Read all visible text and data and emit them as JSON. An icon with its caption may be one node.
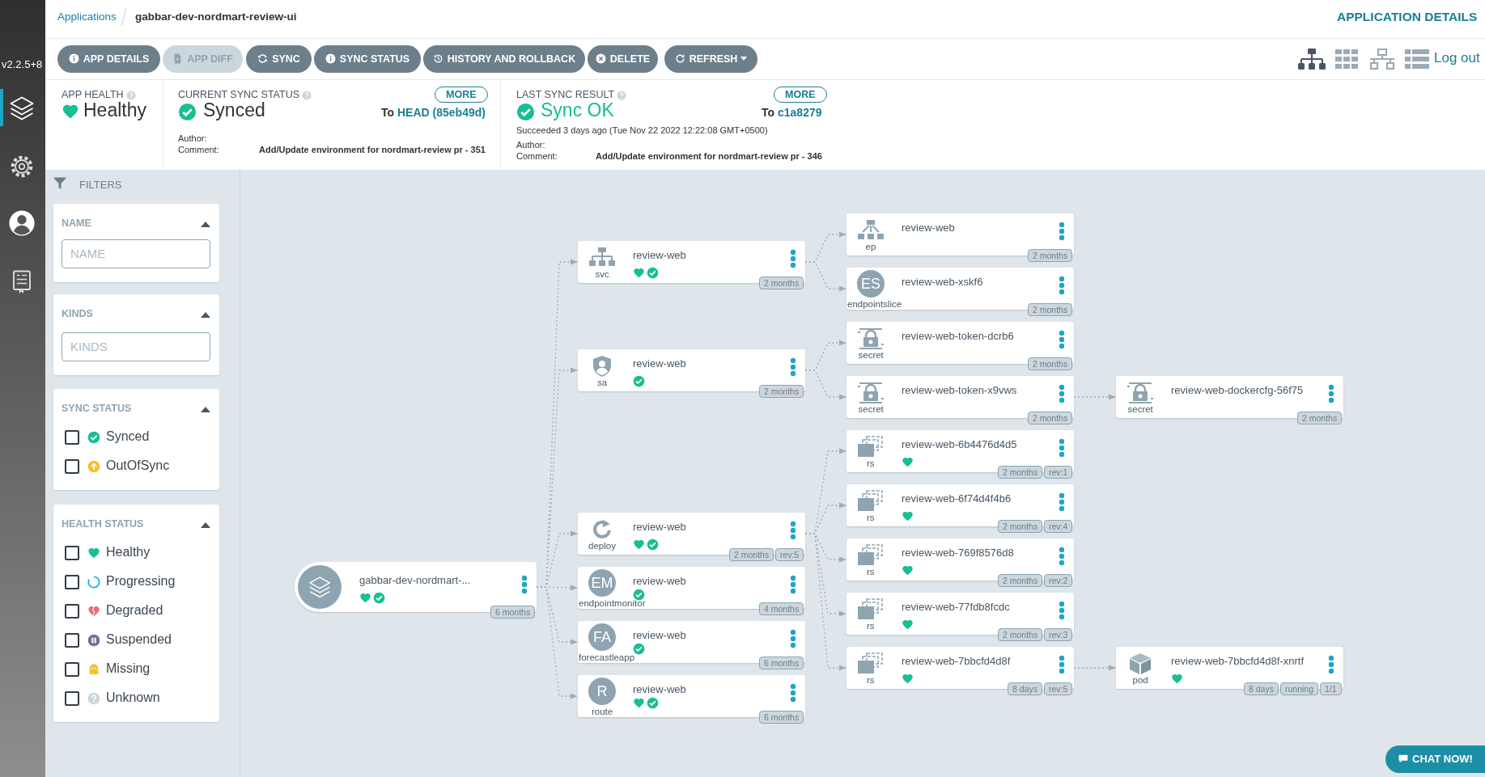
{
  "diagram": {
    "nodes": [
      {
        "text": [
          "gabbar-dev-nordmart-...",
          "6 months"
        ]
      },
      {
        "text": [
          "review-web",
          "svc",
          "2 months"
        ]
      },
      {
        "text": [
          "review-web",
          "sa",
          "2 months"
        ]
      },
      {
        "text": [
          "review-web",
          "deploy",
          "2 months",
          "rev:5"
        ]
      },
      {
        "text": [
          "review-web",
          "EM",
          "endpointmonitor",
          "4 months"
        ]
      },
      {
        "text": [
          "review-web",
          "FA",
          "forecastleapp",
          "6 months"
        ]
      },
      {
        "text": [
          "review-web",
          "R",
          "route",
          "6 months"
        ]
      },
      {
        "text": [
          "review-web",
          "ep",
          "2 months"
        ]
      },
      {
        "text": [
          "review-web-xskf6",
          "ES",
          "endpointslice",
          "2 months"
        ]
      },
      {
        "text": [
          "review-web-token-dcrb6",
          "secret",
          "2 months"
        ]
      },
      {
        "text": [
          "review-web-token-x9vws",
          "secret",
          "2 months"
        ]
      },
      {
        "text": [
          "review-web-6b4476d4d5",
          "rs",
          "2 months",
          "rev:1"
        ]
      },
      {
        "text": [
          "review-web-6f74d4f4b6",
          "rs",
          "2 months",
          "rev:4"
        ]
      },
      {
        "text": [
          "review-web-769f8576d8",
          "rs",
          "2 months",
          "rev:2"
        ]
      },
      {
        "text": [
          "review-web-77fdb8fcdc",
          "rs",
          "2 months",
          "rev:3"
        ]
      },
      {
        "text": [
          "review-web-7bbcfd4d8f",
          "rs",
          "8 days",
          "rev:5"
        ]
      },
      {
        "text": [
          "review-web-dockercfg-56f75",
          "secret",
          "2 months"
        ]
      },
      {
        "text": [
          "review-web-7bbcfd4d8f-xnrtf",
          "pod",
          "8 days",
          "running",
          "1/1"
        ]
      }
    ],
    "edges": [
      {
        "from": 0,
        "to": 1,
        "arrow": "to"
      },
      {
        "from": 0,
        "to": 2,
        "arrow": "to"
      },
      {
        "from": 0,
        "to": 3,
        "arrow": "to"
      },
      {
        "from": 0,
        "to": 4,
        "arrow": "to"
      },
      {
        "from": 0,
        "to": 5,
        "arrow": "to"
      },
      {
        "from": 0,
        "to": 6,
        "arrow": "to"
      },
      {
        "from": 1,
        "to": 7,
        "arrow": "to"
      },
      {
        "from": 1,
        "to": 8,
        "arrow": "to"
      },
      {
        "from": 2,
        "to": 9,
        "arrow": "to"
      },
      {
        "from": 2,
        "to": 10,
        "arrow": "to"
      },
      {
        "from": 3,
        "to": 11,
        "arrow": "to"
      },
      {
        "from": 3,
        "to": 12,
        "arrow": "to"
      },
      {
        "from": 3,
        "to": 13,
        "arrow": "to"
      },
      {
        "from": 3,
        "to": 14,
        "arrow": "to"
      },
      {
        "from": 3,
        "to": 15,
        "arrow": "to"
      },
      {
        "from": 10,
        "to": 16,
        "arrow": "to"
      },
      {
        "from": 15,
        "to": 17,
        "arrow": "to"
      }
    ],
    "labels": [
      "v2.2.5+8",
      "Applications",
      "gabbar-dev-nordmart-review-ui",
      "APPLICATION DETAILS",
      "APP DETAILS",
      "APP DIFF",
      "SYNC",
      "SYNC STATUS",
      "HISTORY AND ROLLBACK",
      "DELETE",
      "REFRESH",
      "Log out",
      "APP HEALTH",
      "Healthy",
      "CURRENT SYNC STATUS",
      "MORE",
      "Synced",
      "To",
      "HEAD (85eb49d)",
      "Author:",
      "Comment:",
      "Add/Update environment for nordmart-review pr - 351",
      "LAST SYNC RESULT",
      "MORE",
      "Sync OK",
      "To",
      "c1a8279",
      "Succeeded 3 days ago (Tue Nov 22 2022 12:22:08 GMT+0500)",
      "Author:",
      "Comment:",
      "Add/Update environment for nordmart-review pr - 346",
      "FILTERS",
      "NAME",
      "NAME",
      "KINDS",
      "KINDS",
      "SYNC STATUS",
      "Synced",
      "OutOfSync",
      "HEALTH STATUS",
      "Healthy",
      "Progressing",
      "Degraded",
      "Suspended",
      "Missing",
      "Unknown",
      "CHAT NOW!"
    ]
  }
}
